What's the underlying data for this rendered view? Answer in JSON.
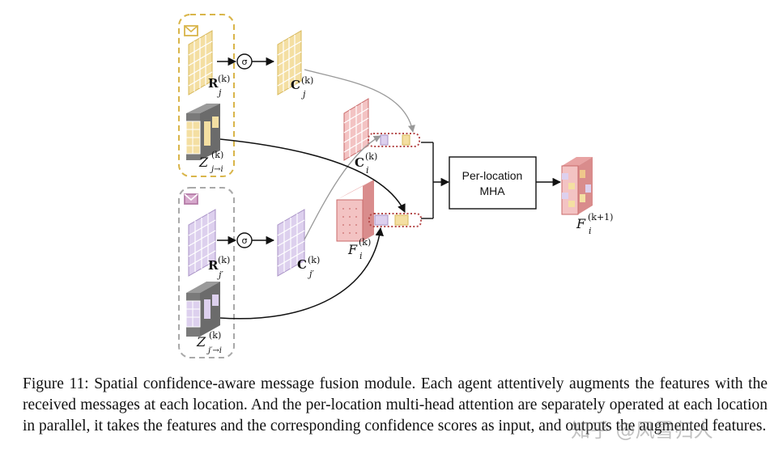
{
  "figure": {
    "labels": {
      "r_j": "R",
      "r_j_sup": "(k)",
      "r_j_sub": "j",
      "c_j": "C",
      "c_j_sup": "(k)",
      "c_j_sub": "j",
      "z_j": "Z",
      "z_j_sup": "(k)",
      "z_j_sub": "j→i",
      "c_i": "C",
      "c_i_sup": "(k)",
      "c_i_sub": "i",
      "f_i": "F",
      "f_i_sup": "(k)",
      "f_i_sub": "i",
      "r_jp": "R",
      "r_jp_sup": "(k)",
      "r_jp_sub": "j′",
      "c_jp": "C",
      "c_jp_sup": "(k)",
      "c_jp_sub": "j′",
      "z_jp": "Z",
      "z_jp_sup": "(k)",
      "z_jp_sub": "j′→i",
      "f_out": "F",
      "f_out_sup": "(k+1)",
      "f_out_sub": "i",
      "mha_line1": "Per-location",
      "mha_line2": "MHA",
      "op_symbol": "σ"
    },
    "colors": {
      "yellow": "#f4dfa2",
      "yellow_dark": "#d7b85a",
      "purple": "#ddd0ee",
      "purple_dark": "#a892c6",
      "red": "#f3c3c3",
      "red_dark": "#c96a6a",
      "gray": "#6b6b6b",
      "dash_yellow": "#d9b54a",
      "dash_gray": "#a9a9a9",
      "dotted_red": "#b54a4a"
    },
    "icons": [
      "envelope-icon-yellow",
      "envelope-icon-purple"
    ]
  },
  "caption": {
    "text": "Figure 11: Spatial confidence-aware message fusion module. Each agent attentively augments the features with the received messages at each location. And the per-location multi-head attention are separately operated at each location in parallel, it takes the features and the corresponding confidence scores as input, and outputs the augmented features."
  },
  "watermark": {
    "text": "知乎 @风雪归人"
  }
}
